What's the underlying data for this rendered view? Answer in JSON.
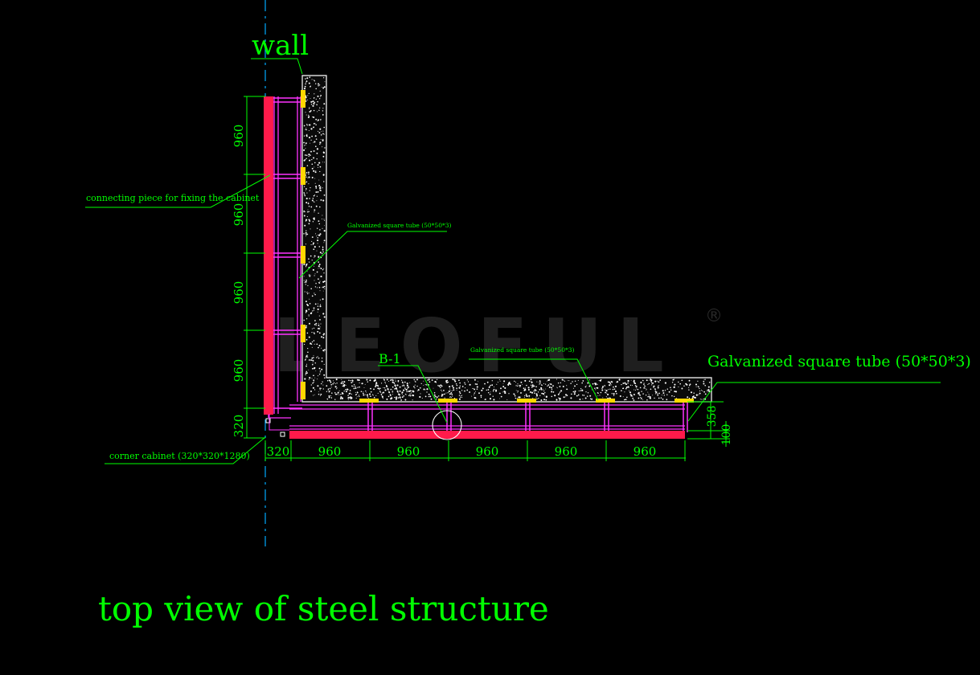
{
  "colors": {
    "background": "#000000",
    "annotation": "#00ff00",
    "steel": "#ff1a4a",
    "tube": "#ff33ff",
    "bracket": "#ffd700",
    "concrete_outline": "#ffffff",
    "centerline": "#00aaff",
    "watermark": "#555555"
  },
  "labels": {
    "wall": "wall",
    "connecting_piece": "connecting piece for fixing the cabinet",
    "tube_vertical": "Galvanized square tube (50*50*3)",
    "tube_small": "Galvanized square tube (50*50*3)",
    "tube_large": "Galvanized square tube (50*50*3)",
    "detail_b1": "B-1",
    "corner_cabinet": "corner cabinet (320*320*1280)",
    "title": "top view of steel structure",
    "watermark": "LEOFUL",
    "registered": "®"
  },
  "dimensions": {
    "vertical": [
      "960",
      "960",
      "960",
      "960",
      "320"
    ],
    "horizontal": [
      "320",
      "960",
      "960",
      "960",
      "960",
      "960"
    ],
    "right": [
      "358",
      "100"
    ]
  }
}
